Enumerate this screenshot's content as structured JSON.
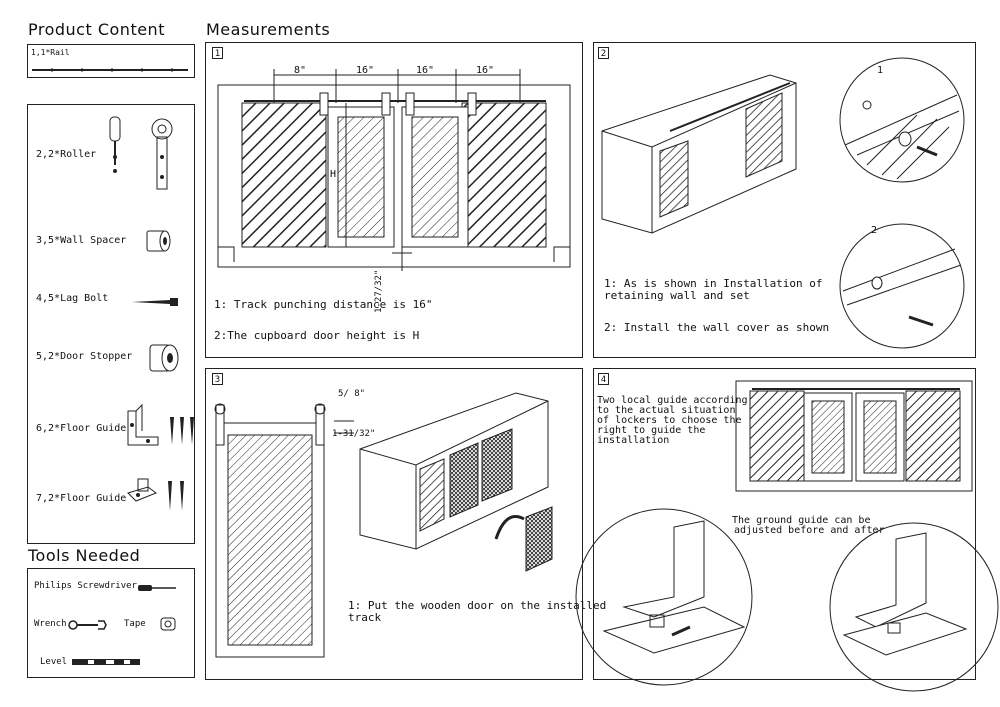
{
  "left": {
    "product_content_title": "Product Content",
    "rail_label": "1,1*Rail",
    "items": [
      {
        "label": "2,2*Roller"
      },
      {
        "label": "3,5*Wall Spacer"
      },
      {
        "label": "4,5*Lag Bolt"
      },
      {
        "label": "5,2*Door Stopper"
      },
      {
        "label": "6,2*Floor Guide"
      },
      {
        "label": "7,2*Floor Guide"
      }
    ],
    "tools_title": "Tools Needed",
    "tools": [
      {
        "label": "Philips Screwdriver"
      },
      {
        "label": "Wrench"
      },
      {
        "label": "Tape"
      },
      {
        "label": "Level"
      }
    ]
  },
  "measurements_title": "Measurements",
  "panel1": {
    "number": "1",
    "dims": [
      "8\"",
      "16\"",
      "16\"",
      "16\""
    ],
    "height_dim": "H",
    "offset_dim": "1-27/32\"",
    "note1": "1: Track punching distance is 16\"",
    "note2": "2:The cupboard door height is H"
  },
  "panel2": {
    "number": "2",
    "callout1": "1",
    "callout2": "2",
    "note1_line1": "1: As is shown in Installation of",
    "note1_line2": "retaining wall and set",
    "note2": "2: Install the wall cover as shown"
  },
  "panel3": {
    "number": "3",
    "dim_top": "5/ 8\"",
    "dim_side": "1-31/32\"",
    "note_line1": "1: Put the wooden door on the installed",
    "note_line2": "track"
  },
  "panel4": {
    "number": "4",
    "guide_line1": "Two local guide according",
    "guide_line2": "to the actual situation",
    "guide_line3": "of lockers to choose the",
    "guide_line4": "right to guide the",
    "guide_line5": "installation",
    "adjust_line1": "The ground guide can be",
    "adjust_line2": "adjusted before and after"
  }
}
